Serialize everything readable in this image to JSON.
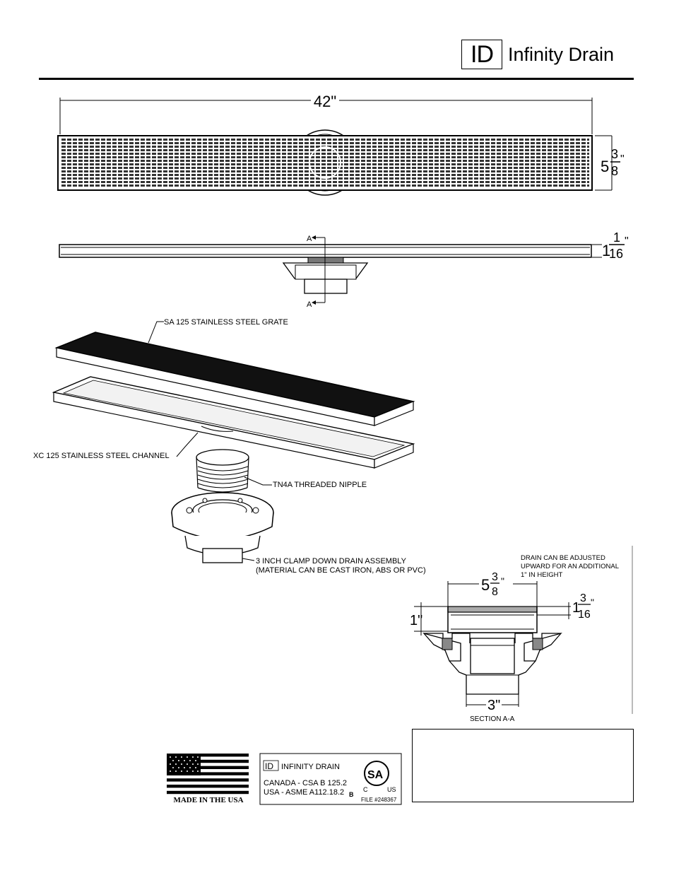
{
  "header": {
    "logo_mark": "ID",
    "brand": "Infinity Drain"
  },
  "top_view": {
    "length_label": "42\"",
    "width_whole": "5",
    "width_num": "3",
    "width_den": "8",
    "width_unit": "\""
  },
  "side_view": {
    "height_whole": "1",
    "height_num": "1",
    "height_den": "16",
    "height_unit": "\"",
    "section_mark_top": "A",
    "section_mark_bottom": "A"
  },
  "exploded_view": {
    "grate_label": "SA 125 STAINLESS STEEL GRATE",
    "channel_label": "XC 125 STAINLESS STEEL CHANNEL",
    "nipple_label": "TN4A THREADED NIPPLE",
    "drain_label_line1": "3 INCH CLAMP DOWN DRAIN ASSEMBLY",
    "drain_label_line2": "(MATERIAL CAN BE CAST IRON, ABS OR PVC)"
  },
  "section_view": {
    "note_line1": "DRAIN CAN BE ADJUSTED",
    "note_line2": "UPWARD FOR AN ADDITIONAL",
    "note_line3": "1\" IN HEIGHT",
    "width_whole": "5",
    "width_num": "3",
    "width_den": "8",
    "width_unit": "\"",
    "height_whole": "1",
    "height_num": "3",
    "height_den": "16",
    "height_unit": "\"",
    "adjust_label": "1\"",
    "outlet_label": "3\"",
    "caption": "SECTION A-A"
  },
  "certification": {
    "flag_caption": "MADE IN THE USA",
    "csa_logo_mark": "ID",
    "csa_brand": "INFINITY DRAIN",
    "csa_line1": "CANADA - CSA B 125.2",
    "csa_line2": "USA - ASME A112.18.2",
    "csa_b": "B",
    "csa_c": "C",
    "csa_us": "US",
    "csa_file": "FILE #248367",
    "csa_seal": "SA"
  }
}
